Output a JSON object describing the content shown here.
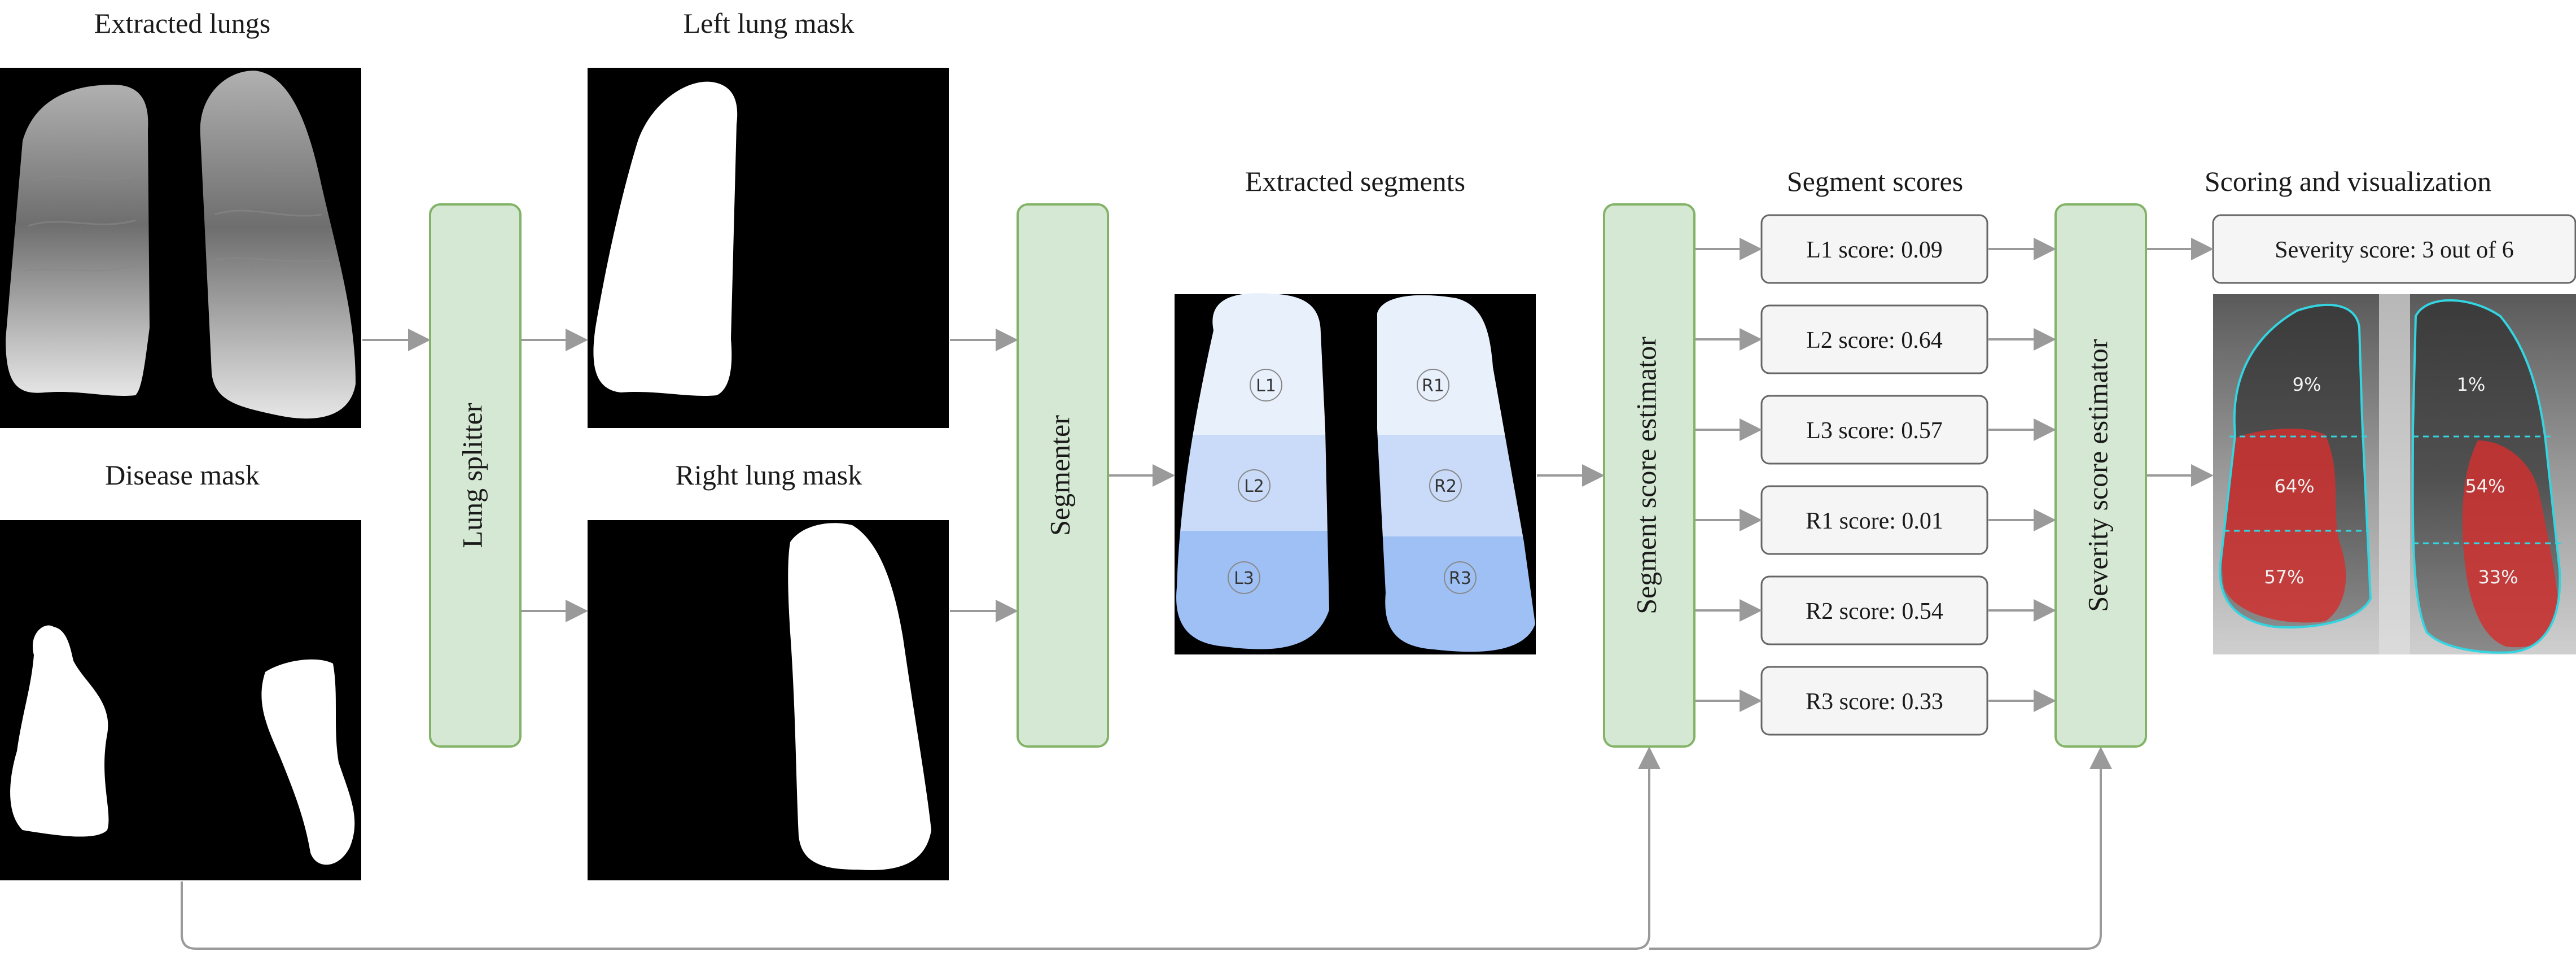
{
  "titles": {
    "extracted_lungs": "Extracted lungs",
    "disease_mask": "Disease mask",
    "left_lung_mask": "Left lung mask",
    "right_lung_mask": "Right lung mask",
    "extracted_segments": "Extracted segments",
    "segment_scores": "Segment scores",
    "scoring_visualization": "Scoring and visualization"
  },
  "blocks": {
    "lung_splitter": "Lung splitter",
    "segmenter": "Segmenter",
    "segment_score_estimator": "Segment score estimator",
    "severity_score_estimator": "Severity score estimator"
  },
  "segment_labels": {
    "L1": "L1",
    "L2": "L2",
    "L3": "L3",
    "R1": "R1",
    "R2": "R2",
    "R3": "R3"
  },
  "scores": {
    "L1": "L1 score: 0.09",
    "L2": "L2 score: 0.64",
    "L3": "L3 score: 0.57",
    "R1": "R1 score: 0.01",
    "R2": "R2 score: 0.54",
    "R3": "R3 score: 0.33"
  },
  "severity": "Severity score: 3 out of 6",
  "visualization_percentages": {
    "L1": "9%",
    "L2": "64%",
    "L3": "57%",
    "R1": "1%",
    "R2": "54%",
    "R3": "33%"
  },
  "colors": {
    "block_fill": "#d5e8d4",
    "block_stroke": "#82b366",
    "score_box_fill": "#f5f5f5",
    "score_box_stroke": "#666666",
    "arrow": "#9a9a9a",
    "segment_top": "#e8f0fc",
    "segment_mid": "#c9dbf8",
    "segment_bottom": "#9fc0f5",
    "disease_overlay": "#d32f2f",
    "lung_outline": "#34d4e0"
  },
  "icons": {
    "arrow": "arrow-right",
    "lung": "lung-shape"
  }
}
